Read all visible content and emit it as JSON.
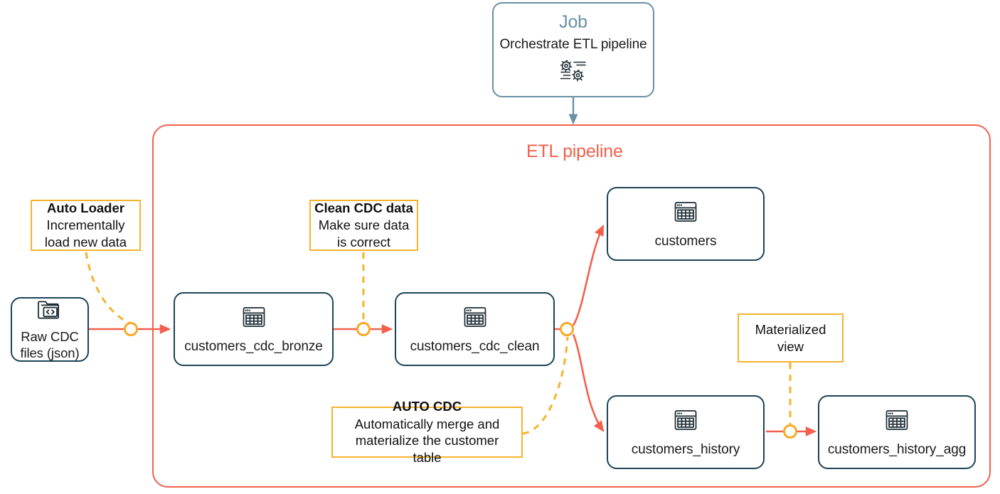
{
  "diagram": {
    "title": "ETL pipeline architecture",
    "colors": {
      "node_stroke": "#1c4455",
      "pipeline_stroke": "#f2604c",
      "pipeline_label": "#f2604c",
      "note_stroke": "#f5b32e",
      "connector_flow": "#f2604c",
      "connector_annotation": "#f5b32e",
      "job_stroke": "#6a91a4",
      "job_title": "#6a91a4",
      "text": "#1a1a1a"
    }
  },
  "job": {
    "title": "Job",
    "subtitle": "Orchestrate ETL pipeline",
    "icon": "gears-icon"
  },
  "pipeline": {
    "label": "ETL pipeline"
  },
  "nodes": [
    {
      "id": "raw-cdc-files",
      "label": "Raw CDC\nfiles (json)",
      "icon": "folder-code-icon"
    },
    {
      "id": "customers-cdc-bronze",
      "label": "customers_cdc_bronze",
      "icon": "table-icon"
    },
    {
      "id": "customers-cdc-clean",
      "label": "customers_cdc_clean",
      "icon": "table-icon"
    },
    {
      "id": "customers",
      "label": "customers",
      "icon": "table-icon"
    },
    {
      "id": "customers-history",
      "label": "customers_history",
      "icon": "table-icon"
    },
    {
      "id": "customers-history-agg",
      "label": "customers_history_agg",
      "icon": "table-icon"
    }
  ],
  "notes": [
    {
      "id": "auto-loader",
      "title": "Auto Loader",
      "body": "Incrementally\nload new data"
    },
    {
      "id": "clean-cdc-data",
      "title": "Clean CDC data",
      "body": "Make sure data\nis correct"
    },
    {
      "id": "auto-cdc",
      "title": "AUTO CDC",
      "body": "Automatically merge and\nmaterialize the customer table"
    },
    {
      "id": "materialized-view",
      "title": "",
      "body": "Materialized view"
    }
  ]
}
